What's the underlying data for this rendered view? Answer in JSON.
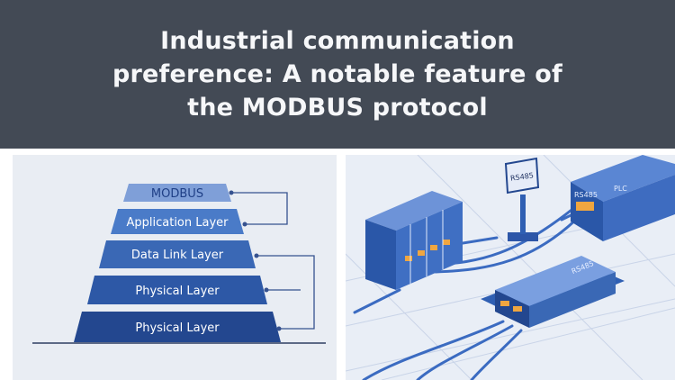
{
  "header": {
    "title": "Industrial communication preference: A notable feature of the MODBUS protocol"
  },
  "pyramid": {
    "layers": [
      {
        "label": "MODBUS",
        "color": "#7f9fd8"
      },
      {
        "label": "Application Layer",
        "color": "#4a7bc8"
      },
      {
        "label": "Data Link Layer",
        "color": "#3a68b5"
      },
      {
        "label": "Physical Layer",
        "color": "#2d58a6"
      },
      {
        "label": "Physical Layer",
        "color": "#23478f"
      }
    ],
    "connector_color": "#36528f"
  },
  "illustration": {
    "rs485_sign": "RS485",
    "plc_label": "PLC",
    "plc_port_label": "RS485",
    "device_label": "RS485",
    "accent": "#2f5fb3",
    "cable_color": "#3b6bc1",
    "port_color": "#f0a640"
  }
}
